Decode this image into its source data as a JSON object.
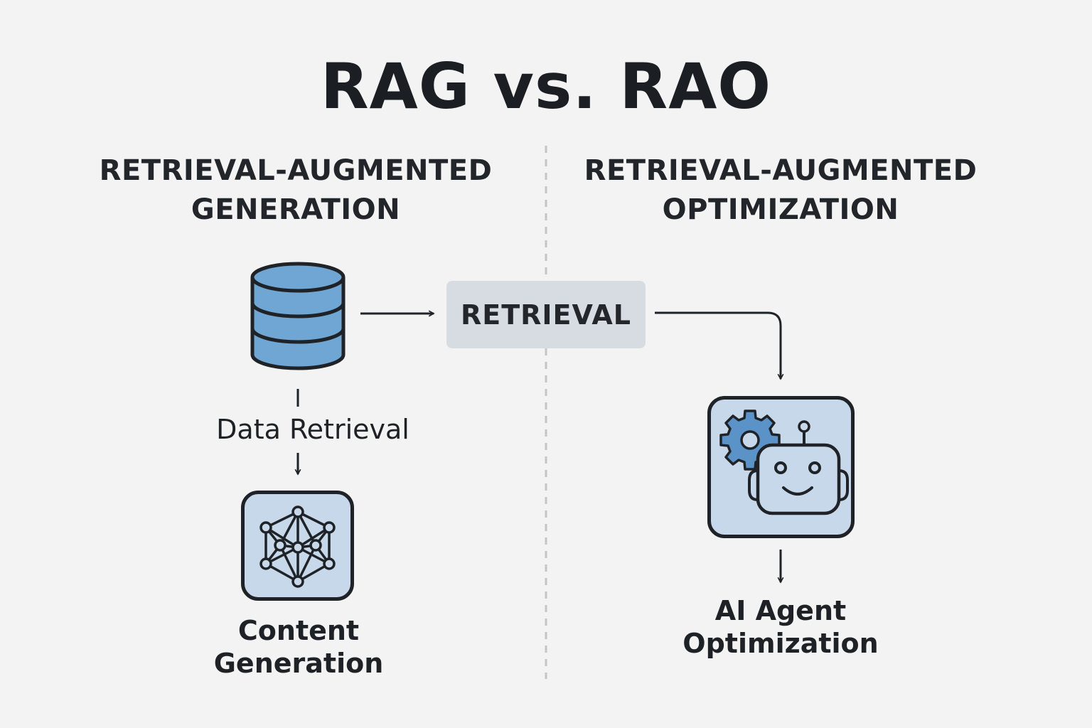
{
  "title": "RAG vs. RAO",
  "left": {
    "heading_line1": "RETRIEVAL-AUGMENTED",
    "heading_line2": "GENERATION",
    "step_label": "Data Retrieval",
    "result_line1": "Content",
    "result_line2": "Generation"
  },
  "center": {
    "box_label": "RETRIEVAL"
  },
  "right": {
    "heading_line1": "RETRIEVAL-AUGMENTED",
    "heading_line2": "OPTIMIZATION",
    "result_line1": "AI Agent",
    "result_line2": "Optimization"
  },
  "colors": {
    "background": "#f3f3f3",
    "icon_blue": "#6fa6d3",
    "icon_box_fill": "#c6d8e9",
    "retrieval_box_fill": "#d6dce2",
    "stroke": "#1f2327"
  },
  "icons": {
    "left_top": "database-icon",
    "left_bottom": "neural-network-icon",
    "right": "robot-gear-icon"
  }
}
